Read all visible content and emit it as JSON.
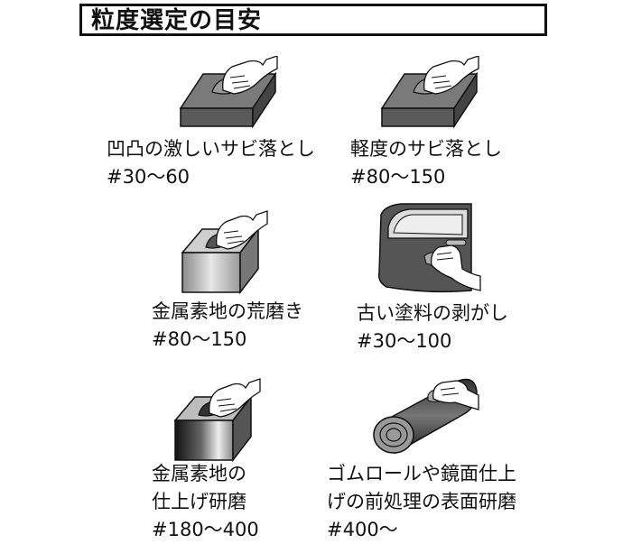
{
  "title": "粒度選定の目安",
  "items": [
    {
      "icon": "sanding-block-flat-icon",
      "lines": [
        "凹凸の激しいサビ落とし",
        "#30〜60"
      ]
    },
    {
      "icon": "sanding-block-flat-icon",
      "lines": [
        "軽度のサビ落とし",
        "#80〜150"
      ]
    },
    {
      "icon": "sanding-metal-block-icon",
      "lines": [
        "金属素地の荒磨き",
        "#80〜150"
      ]
    },
    {
      "icon": "sanding-car-door-icon",
      "lines": [
        "古い塗料の剥がし",
        "#30〜100"
      ]
    },
    {
      "icon": "sanding-metal-gradient-icon",
      "lines": [
        "金属素地の",
        "仕上げ研磨",
        "#180〜400"
      ]
    },
    {
      "icon": "sanding-rubber-roll-icon",
      "lines": [
        "ゴムロールや鏡面仕上",
        "げの前処理の表面研磨",
        "#400〜"
      ]
    }
  ]
}
